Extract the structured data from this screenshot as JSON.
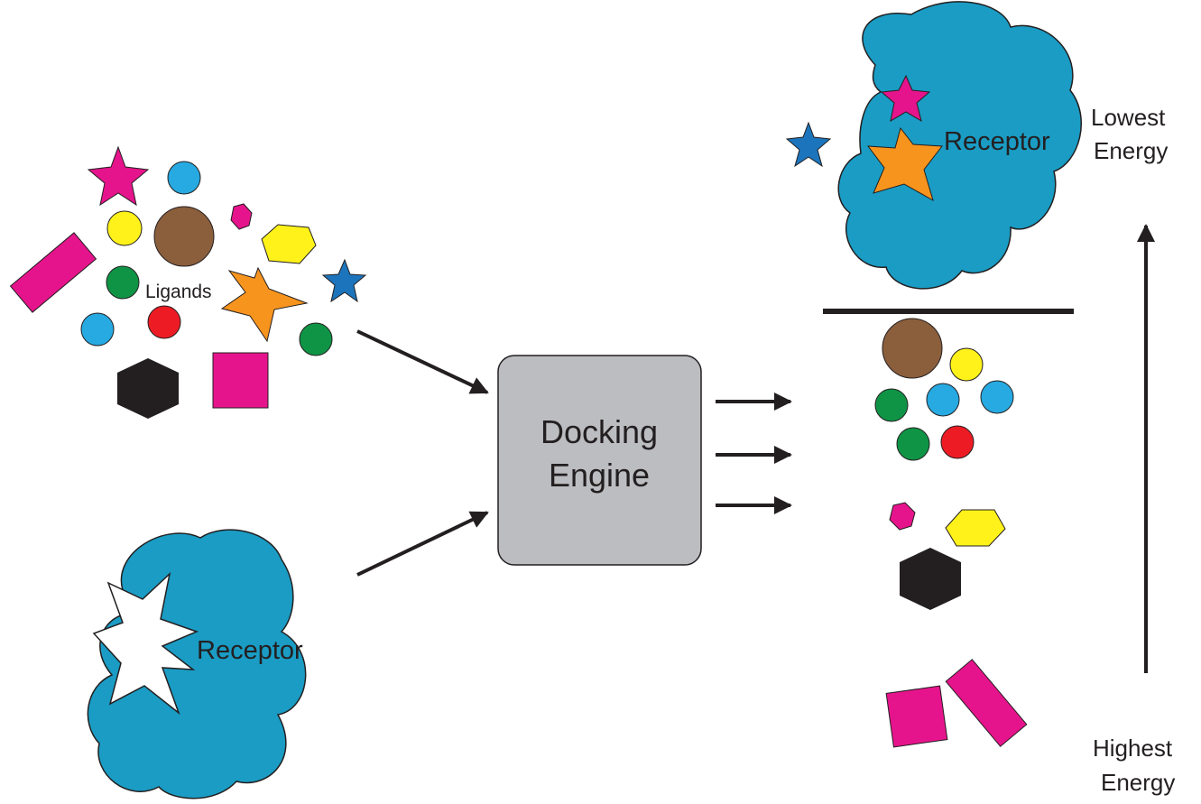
{
  "labels": {
    "ligands": "Ligands",
    "receptor_input": "Receptor",
    "engine_line1": "Docking",
    "engine_line2": "Engine",
    "receptor_output": "Receptor",
    "top_line1": "Lowest",
    "top_line2": "Energy",
    "bottom_line1": "Highest",
    "bottom_line2": "Energy"
  },
  "colors": {
    "receptor": "#1a9cc4",
    "engine_fill": "#bcbdc0",
    "magenta": "#e6148c",
    "cyan": "#27a9e1",
    "yellow": "#fff21a",
    "brown": "#8b5e3c",
    "green": "#0f9446",
    "red": "#ed1c24",
    "orange": "#f7941d",
    "blue": "#1c75bc",
    "black": "#231f20"
  }
}
